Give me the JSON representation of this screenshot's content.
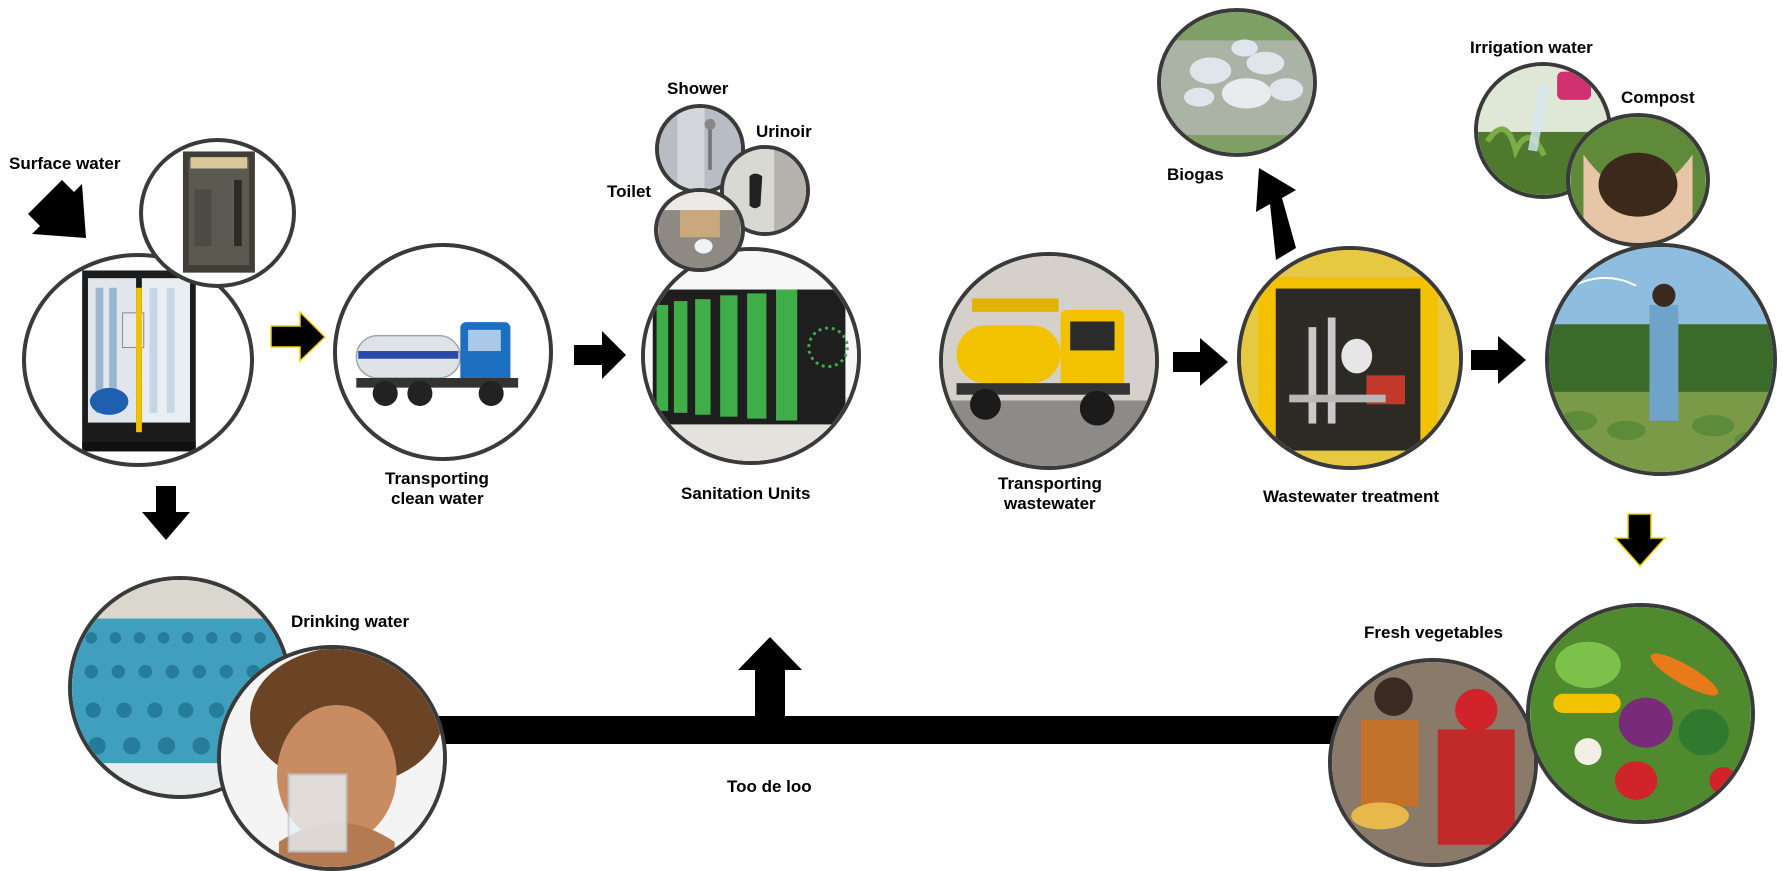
{
  "labels": {
    "surface_water": "Surface water",
    "transporting_clean_water_1": "Transporting",
    "transporting_clean_water_2": "clean water",
    "shower": "Shower",
    "urinoir": "Urinoir",
    "toilet": "Toilet",
    "sanitation_units": "Sanitation Units",
    "transporting_wastewater_1": "Transporting",
    "transporting_wastewater_2": "wastewater",
    "biogas": "Biogas",
    "wastewater_treatment": "Wastewater treatment",
    "irrigation_water": "Irrigation water",
    "compost": "Compost",
    "drinking_water": "Drinking water",
    "fresh_vegetables": "Fresh vegetables",
    "too_de_loo": "Too de loo"
  },
  "colors": {
    "arrow": "#000000",
    "arrow_outline": "#f2d500",
    "circle_border": "#3a3a3a",
    "sanitation_green": "#3fae49",
    "truck_blue": "#1d6fc2",
    "truck_yellow": "#f2c200"
  }
}
